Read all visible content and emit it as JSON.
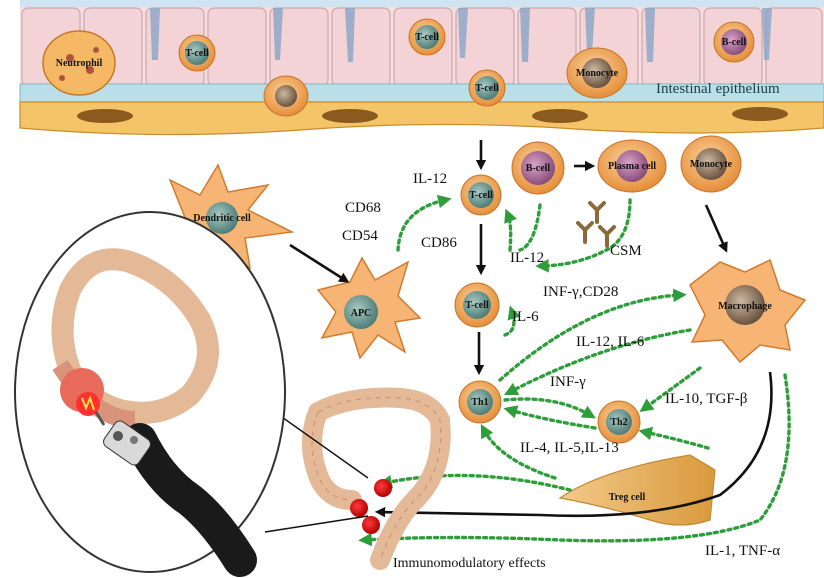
{
  "cells": {
    "neutrophil": "Neutrophil",
    "tcell_top1": "T-cell",
    "tcell_top2": "T-cell",
    "tcell_epi": "T-cell",
    "bcell_top": "B-cell",
    "monocyte_top": "Monocyte",
    "monocyte_mid": "Monocyte",
    "tcell_mid1": "T-cell",
    "bcell_mid": "B-cell",
    "plasma": "Plasma cell",
    "dendritic": "Dendritic cell",
    "apc": "APC",
    "tcell_mid2": "T-cell",
    "macrophage": "Macrophage",
    "th1": "Th1",
    "th2": "Th2",
    "treg": "Treg cell"
  },
  "labels": {
    "epithelium": "Intestinal epithelium",
    "il12_top": "IL-12",
    "cd68": "CD68",
    "cd54": "CD54",
    "cd86": "CD86",
    "il12_mid": "IL-12",
    "csm": "CSM",
    "inf_cd28": "INF-γ,CD28",
    "il6": "IL-6",
    "il12_il6": "IL-12, IL-6",
    "inf_g": "INF-γ",
    "il10_tgf": "IL-10, TGF-β",
    "il4_5_13": "IL-4, IL-5,IL-13",
    "il1_tnf": "IL-1, TNF-α",
    "immuno": "Immunomodulatory effects"
  }
}
